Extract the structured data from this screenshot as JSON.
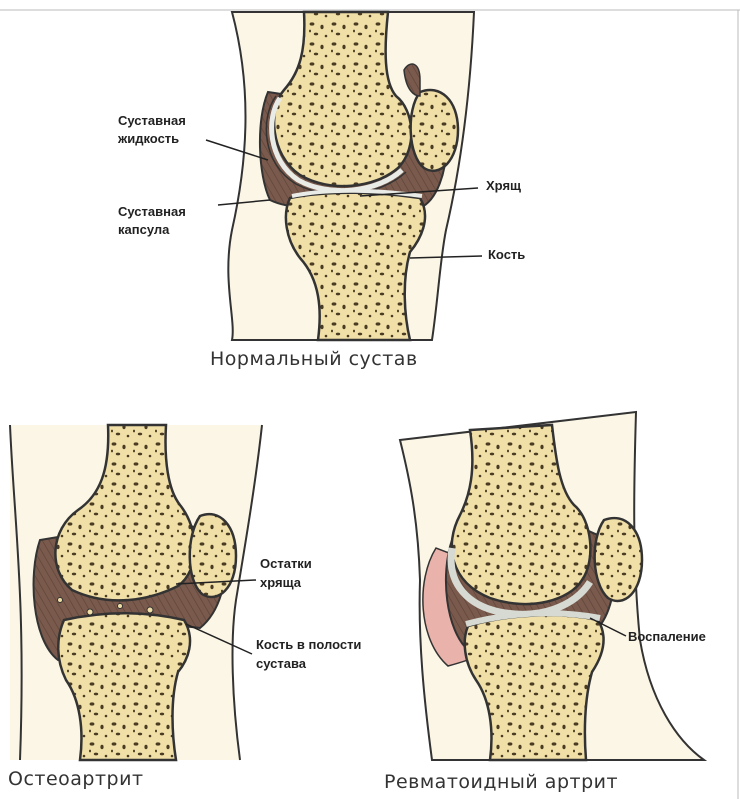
{
  "normal": {
    "title": "Нормальный сустав",
    "labels": {
      "synovial_fluid_line1": "Суставная",
      "synovial_fluid_line2": "жидкость",
      "capsule_line1": "Суставная",
      "capsule_line2": "капсула",
      "cartilage": "Хрящ",
      "bone": "Кость"
    }
  },
  "osteoarthritis": {
    "title": "Остеоартрит",
    "labels": {
      "remnants_line1": "Остатки",
      "remnants_line2": "хряща",
      "bone_in_cavity_line1": "Кость в полости",
      "bone_in_cavity_line2": "сустава"
    }
  },
  "rheumatoid": {
    "title": "Ревматоидный артрит",
    "labels": {
      "inflammation": "Воспаление"
    }
  },
  "colors": {
    "bone": "#f1dfa8",
    "bone_outline": "#3a3020",
    "pores": "#4a3c22",
    "capsule": "#7a5a4c",
    "cartilage": "#e9ebe6",
    "skin": "#fbf6e6",
    "inflammation": "#e9b3ab"
  }
}
